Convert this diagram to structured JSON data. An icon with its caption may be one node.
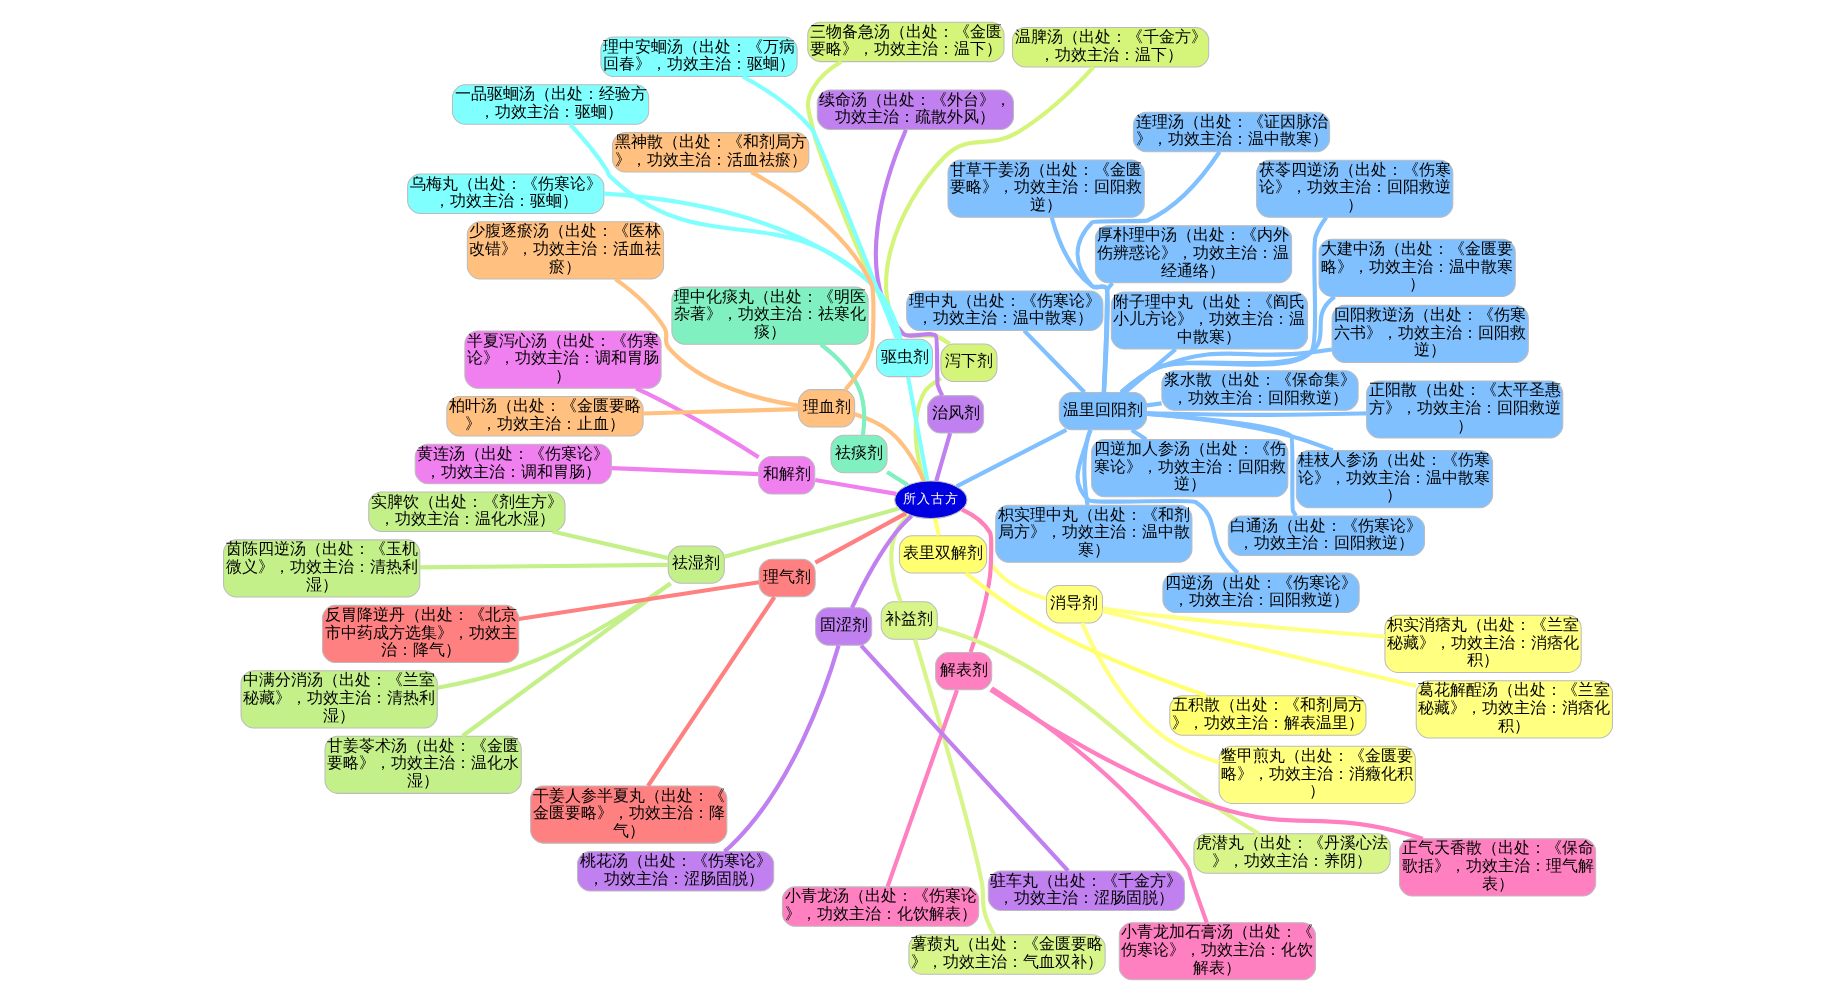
{
  "diagram": {
    "nodes": [
      {
        "text": [
          "所入古方"
        ]
      },
      {
        "text": [
          "祛湿剂"
        ]
      },
      {
        "text": [
          "中满分消汤（出处：《兰室秘藏》，功效主治：清热利湿）"
        ]
      },
      {
        "text": [
          "实脾饮（出处：《剂生方》，功效主治：温化水湿）"
        ]
      },
      {
        "text": [
          "甘姜苓术汤（出处：《金匮要略》，功效主治：温化水湿）"
        ]
      },
      {
        "text": [
          "茵陈四逆汤（出处：《玉机微义》，功效主治：清热利湿）"
        ]
      },
      {
        "text": [
          "补益剂"
        ]
      },
      {
        "text": [
          "虎潜丸（出处：《丹溪心法》，功效主治：养阴）"
        ]
      },
      {
        "text": [
          "薯蓣丸（出处：《金匮要略》，功效主治：气血双补）"
        ]
      },
      {
        "text": [
          "理气剂"
        ]
      },
      {
        "text": [
          "干姜人参半夏丸（出处：《金匮要略》，功效主治：降气）"
        ]
      },
      {
        "text": [
          "反胃降逆丹（出处：《北京市中药成方选集》，功效主治：降气）"
        ]
      },
      {
        "text": [
          "消导剂"
        ]
      },
      {
        "text": [
          "葛花解酲汤（出处：《兰室秘藏》，功效主治：消痞化积）"
        ]
      },
      {
        "text": [
          "枳实消痞丸（出处：《兰室秘藏》，功效主治：消痞化积）"
        ]
      },
      {
        "text": [
          "鳖甲煎丸（出处：《金匮要略》，功效主治：消癥化积）"
        ]
      },
      {
        "text": [
          "祛痰剂"
        ]
      },
      {
        "text": [
          "理中化痰丸（出处：《明医杂著》，功效主治：祛寒化痰）"
        ]
      },
      {
        "text": [
          "和解剂"
        ]
      },
      {
        "text": [
          "半夏泻心汤（出处：《伤寒论》，功效主治：调和胃肠）"
        ]
      },
      {
        "text": [
          "黄连汤（出处：《伤寒论》，功效主治：调和胃肠）"
        ]
      },
      {
        "text": [
          "泻下剂"
        ]
      },
      {
        "text": [
          "三物备急汤（出处：《金匮要略》，功效主治：温下）"
        ]
      },
      {
        "text": [
          "温脾汤（出处：《千金方》，功效主治：温下）"
        ]
      },
      {
        "text": [
          "表里双解剂"
        ]
      },
      {
        "text": [
          "五积散（出处：《和剂局方》，功效主治：解表温里）"
        ]
      },
      {
        "text": [
          "解表剂"
        ]
      },
      {
        "text": [
          "小青龙汤（出处：《伤寒论》，功效主治：化饮解表）"
        ]
      },
      {
        "text": [
          "小青龙加石膏汤（出处：《伤寒论》，功效主治：化饮解表）"
        ]
      },
      {
        "text": [
          "正气天香散（出处：《保命歌括》，功效主治：理气解表）"
        ]
      },
      {
        "text": [
          "固涩剂"
        ]
      },
      {
        "text": [
          "驻车丸（出处：《千金方》，功效主治：涩肠固脱）"
        ]
      },
      {
        "text": [
          "桃花汤（出处：《伤寒论》，功效主治：涩肠固脱）"
        ]
      },
      {
        "text": [
          "治风剂"
        ]
      },
      {
        "text": [
          "续命汤（出处：《外台》，功效主治：疏散外风）"
        ]
      },
      {
        "text": [
          "驱虫剂"
        ]
      },
      {
        "text": [
          "一品驱蛔汤（出处：经验方，功效主治：驱蛔）"
        ]
      },
      {
        "text": [
          "理中安蛔汤（出处：《万病回春》，功效主治：驱蛔）"
        ]
      },
      {
        "text": [
          "乌梅丸（出处：《伤寒论》，功效主治：驱蛔）"
        ]
      },
      {
        "text": [
          "理血剂"
        ]
      },
      {
        "text": [
          "黑神散（出处：《和剂局方》，功效主治：活血祛瘀）"
        ]
      },
      {
        "text": [
          "少腹逐瘀汤（出处：《医林改错》，功效主治：活血祛瘀）"
        ]
      },
      {
        "text": [
          "柏叶汤（出处：《金匮要略》，功效主治：止血）"
        ]
      },
      {
        "text": [
          "温里回阳剂"
        ]
      },
      {
        "text": [
          "浆水散（出处：《保命集》，功效主治：回阳救逆）"
        ]
      },
      {
        "text": [
          "四逆加人参汤（出处：《伤寒论》，功效主治：回阳救逆）"
        ]
      },
      {
        "text": [
          "桂枝人参汤（出处：《伤寒论》，功效主治：温中散寒）"
        ]
      },
      {
        "text": [
          "白通汤（出处：《伤寒论》，功效主治：回阳救逆）"
        ]
      },
      {
        "text": [
          "回阳救逆汤（出处：《伤寒六书》，功效主治：回阳救逆）"
        ]
      },
      {
        "text": [
          "正阳散（出处：《太平圣惠方》，功效主治：回阳救逆）"
        ]
      },
      {
        "text": [
          "理中丸（出处：《伤寒论》，功效主治：温中散寒）"
        ]
      },
      {
        "text": [
          "大建中汤（出处：《金匮要略》，功效主治：温中散寒）"
        ]
      },
      {
        "text": [
          "连理汤（出处：《证因脉治》，功效主治：温中散寒）"
        ]
      },
      {
        "text": [
          "厚朴理中汤（出处：《内外伤辨惑论》，功效主治：温经通络）"
        ]
      },
      {
        "text": [
          "茯苓四逆汤（出处：《伤寒论》，功效主治：回阳救逆）"
        ]
      },
      {
        "text": [
          "四逆汤（出处：《伤寒论》，功效主治：回阳救逆）"
        ]
      },
      {
        "text": [
          "枳实理中丸（出处：《和剂局方》，功效主治：温中散寒）"
        ]
      },
      {
        "text": [
          "甘草干姜汤（出处：《金匮要略》，功效主治：回阳救逆）"
        ]
      },
      {
        "text": [
          "附子理中丸（出处：《阎氏小儿方论》，功效主治：温中散寒）"
        ]
      }
    ],
    "edges": [
      {
        "from": 0,
        "to": 1,
        "arrow": "none",
        "color": "#c4f08a"
      },
      {
        "from": 1,
        "to": 2,
        "arrow": "none",
        "color": "#c4f08a"
      },
      {
        "from": 1,
        "to": 3,
        "arrow": "none",
        "color": "#c4f08a"
      },
      {
        "from": 1,
        "to": 4,
        "arrow": "none",
        "color": "#c4f08a"
      },
      {
        "from": 1,
        "to": 5,
        "arrow": "none",
        "color": "#c4f08a"
      },
      {
        "from": 0,
        "to": 6,
        "arrow": "none",
        "color": "#d8f58a"
      },
      {
        "from": 6,
        "to": 7,
        "arrow": "none",
        "color": "#d8f58a"
      },
      {
        "from": 6,
        "to": 8,
        "arrow": "none",
        "color": "#d8f58a"
      },
      {
        "from": 0,
        "to": 9,
        "arrow": "none",
        "color": "#ff8080"
      },
      {
        "from": 9,
        "to": 10,
        "arrow": "none",
        "color": "#ff8080"
      },
      {
        "from": 9,
        "to": 11,
        "arrow": "none",
        "color": "#ff8080"
      },
      {
        "from": 0,
        "to": 12,
        "arrow": "none",
        "color": "#ffff80"
      },
      {
        "from": 12,
        "to": 13,
        "arrow": "none",
        "color": "#ffff80"
      },
      {
        "from": 12,
        "to": 14,
        "arrow": "none",
        "color": "#ffff80"
      },
      {
        "from": 12,
        "to": 15,
        "arrow": "none",
        "color": "#ffff80"
      },
      {
        "from": 0,
        "to": 16,
        "arrow": "none",
        "color": "#80f0c0"
      },
      {
        "from": 16,
        "to": 17,
        "arrow": "none",
        "color": "#80f0c0"
      },
      {
        "from": 0,
        "to": 18,
        "arrow": "none",
        "color": "#f080f0"
      },
      {
        "from": 18,
        "to": 19,
        "arrow": "none",
        "color": "#f080f0"
      },
      {
        "from": 18,
        "to": 20,
        "arrow": "none",
        "color": "#f080f0"
      },
      {
        "from": 0,
        "to": 21,
        "arrow": "none",
        "color": "#d4f57a"
      },
      {
        "from": 21,
        "to": 22,
        "arrow": "none",
        "color": "#d4f57a"
      },
      {
        "from": 21,
        "to": 23,
        "arrow": "none",
        "color": "#d4f57a"
      },
      {
        "from": 0,
        "to": 24,
        "arrow": "none",
        "color": "#ffff70"
      },
      {
        "from": 24,
        "to": 25,
        "arrow": "none",
        "color": "#ffff70"
      },
      {
        "from": 0,
        "to": 26,
        "arrow": "none",
        "color": "#ff80c0"
      },
      {
        "from": 26,
        "to": 27,
        "arrow": "none",
        "color": "#ff80c0"
      },
      {
        "from": 26,
        "to": 28,
        "arrow": "none",
        "color": "#ff80c0"
      },
      {
        "from": 26,
        "to": 29,
        "arrow": "none",
        "color": "#ff80c0"
      },
      {
        "from": 0,
        "to": 30,
        "arrow": "none",
        "color": "#c080f0"
      },
      {
        "from": 30,
        "to": 31,
        "arrow": "none",
        "color": "#c080f0"
      },
      {
        "from": 30,
        "to": 32,
        "arrow": "none",
        "color": "#c080f0"
      },
      {
        "from": 0,
        "to": 33,
        "arrow": "none",
        "color": "#c080f0"
      },
      {
        "from": 33,
        "to": 34,
        "arrow": "none",
        "color": "#c080f0"
      },
      {
        "from": 0,
        "to": 35,
        "arrow": "none",
        "color": "#80ffff"
      },
      {
        "from": 35,
        "to": 36,
        "arrow": "none",
        "color": "#80ffff"
      },
      {
        "from": 35,
        "to": 37,
        "arrow": "none",
        "color": "#80ffff"
      },
      {
        "from": 35,
        "to": 38,
        "arrow": "none",
        "color": "#80ffff"
      },
      {
        "from": 0,
        "to": 39,
        "arrow": "none",
        "color": "#ffc080"
      },
      {
        "from": 39,
        "to": 40,
        "arrow": "none",
        "color": "#ffc080"
      },
      {
        "from": 39,
        "to": 41,
        "arrow": "none",
        "color": "#ffc080"
      },
      {
        "from": 39,
        "to": 42,
        "arrow": "none",
        "color": "#ffc080"
      },
      {
        "from": 0,
        "to": 43,
        "arrow": "none"
      },
      {
        "from": 43,
        "to": 44,
        "arrow": "none"
      },
      {
        "from": 43,
        "to": 45,
        "arrow": "none"
      },
      {
        "from": 43,
        "to": 46,
        "arrow": "none"
      },
      {
        "from": 43,
        "to": 47,
        "arrow": "none"
      },
      {
        "from": 43,
        "to": 48,
        "arrow": "none"
      },
      {
        "from": 43,
        "to": 49,
        "arrow": "none"
      },
      {
        "from": 43,
        "to": 50,
        "arrow": "none"
      },
      {
        "from": 43,
        "to": 51,
        "arrow": "none"
      },
      {
        "from": 43,
        "to": 52,
        "arrow": "none"
      },
      {
        "from": 43,
        "to": 53,
        "arrow": "none"
      },
      {
        "from": 43,
        "to": 54,
        "arrow": "none"
      },
      {
        "from": 43,
        "to": 55,
        "arrow": "none"
      },
      {
        "from": 43,
        "to": 56,
        "arrow": "none"
      },
      {
        "from": 43,
        "to": 57,
        "arrow": "none"
      },
      {
        "from": 43,
        "to": 58,
        "arrow": "none"
      }
    ]
  }
}
